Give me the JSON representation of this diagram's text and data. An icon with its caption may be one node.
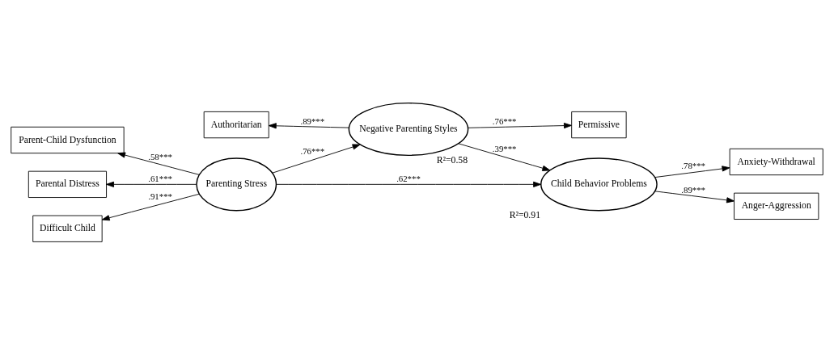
{
  "diagram": {
    "nodes": [
      {
        "text": [
          "Authoritarian"
        ]
      },
      {
        "text": [
          "Permissive"
        ]
      },
      {
        "text": [
          "Negative Parenting Styles"
        ],
        "beside": [
          "R²=0.58"
        ]
      },
      {
        "text": [
          "Parent-Child Dysfunction"
        ]
      },
      {
        "text": [
          "Parental Distress"
        ]
      },
      {
        "text": [
          "Difficult Child"
        ]
      },
      {
        "text": [
          "Parenting Stress"
        ]
      },
      {
        "text": [
          "Child Behavior Problems"
        ],
        "beside": [
          "R²=0.91"
        ]
      },
      {
        "text": [
          "Anxiety-Withdrawal"
        ]
      },
      {
        "text": [
          "Anger-Aggression"
        ]
      }
    ],
    "edges": [
      {
        "from": 2,
        "to": 0,
        "arrow": "to",
        "label": ".89***"
      },
      {
        "from": 2,
        "to": 1,
        "arrow": "to",
        "label": ".76***"
      },
      {
        "from": 6,
        "to": 2,
        "arrow": "to",
        "label": ".76***"
      },
      {
        "from": 2,
        "to": 7,
        "arrow": "to",
        "label": ".39***"
      },
      {
        "from": 6,
        "to": 3,
        "arrow": "to",
        "label": ".58***"
      },
      {
        "from": 6,
        "to": 4,
        "arrow": "to",
        "label": ".61***"
      },
      {
        "from": 6,
        "to": 5,
        "arrow": "to",
        "label": ".91***"
      },
      {
        "from": 6,
        "to": 7,
        "arrow": "to",
        "label": ".62***"
      },
      {
        "from": 7,
        "to": 8,
        "arrow": "to",
        "label": ".78***"
      },
      {
        "from": 7,
        "to": 9,
        "arrow": "to",
        "label": ".89***"
      }
    ]
  }
}
